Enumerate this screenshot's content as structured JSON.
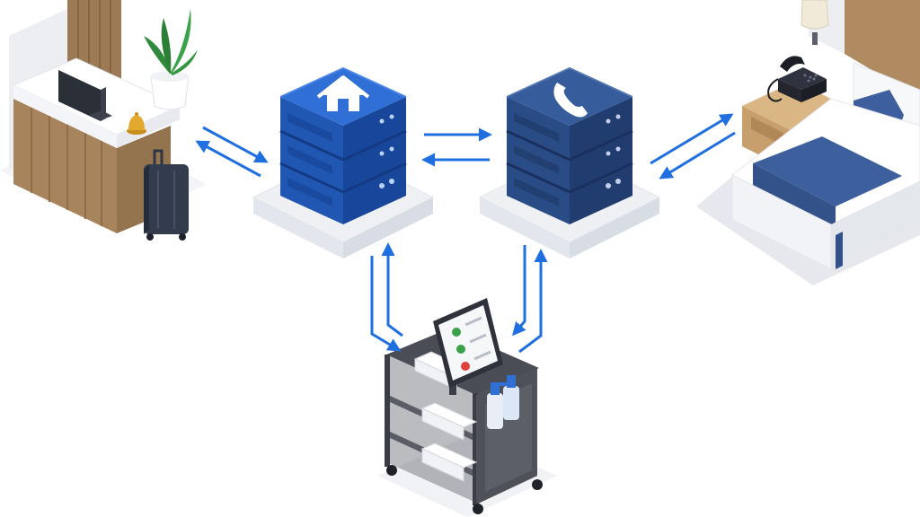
{
  "diagram": {
    "nodes": [
      {
        "id": "front-desk",
        "icon": "front-desk-icon"
      },
      {
        "id": "pms-server",
        "icon": "house-icon"
      },
      {
        "id": "pbx-server",
        "icon": "phone-icon"
      },
      {
        "id": "guest-room",
        "icon": "guest-room-icon"
      },
      {
        "id": "housekeeping",
        "icon": "housekeeping-cart-icon"
      }
    ],
    "connections": [
      {
        "from": "front-desk",
        "to": "pms-server",
        "direction": "bidirectional"
      },
      {
        "from": "pms-server",
        "to": "pbx-server",
        "direction": "bidirectional"
      },
      {
        "from": "pbx-server",
        "to": "guest-room",
        "direction": "bidirectional"
      },
      {
        "from": "pms-server",
        "to": "housekeeping",
        "direction": "bidirectional"
      },
      {
        "from": "pbx-server",
        "to": "housekeeping",
        "direction": "bidirectional"
      }
    ]
  },
  "colors": {
    "server_pms": "#2563c9",
    "server_pbx": "#2f5597",
    "arrow": "#1f6fe0",
    "wood": "#a8845c",
    "bed_accent": "#3d5f9e",
    "cart": "#4a4d55",
    "platform": "#eef0f4"
  }
}
